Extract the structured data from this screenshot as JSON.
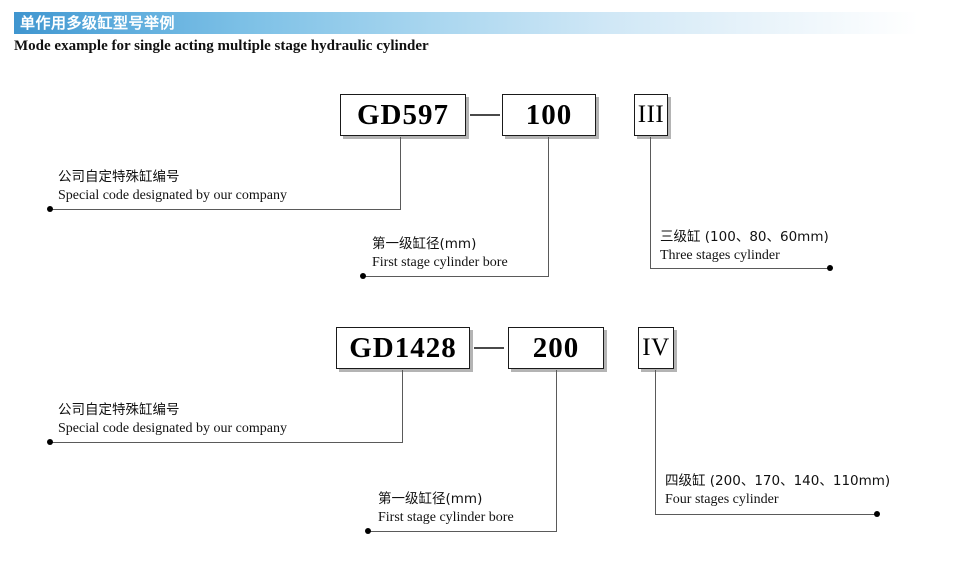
{
  "header": {
    "banner_title": "单作用多级缸型号举例",
    "subtitle": "Mode example for single acting multiple stage hydraulic cylinder",
    "banner_gradient_start": "#3f95cf",
    "banner_gradient_end": "#ffffff",
    "banner_text_color": "#ffffff"
  },
  "examples": [
    {
      "id": "example-1",
      "code_boxes": [
        {
          "name": "special-code",
          "value": "GD597"
        },
        {
          "name": "first-stage-bore",
          "value": "100"
        },
        {
          "name": "stage-count",
          "value": "III"
        }
      ],
      "callouts": [
        {
          "name": "callout-special-code",
          "cn": "公司自定特殊缸编号",
          "en": "Special code designated by our company"
        },
        {
          "name": "callout-first-stage-bore",
          "cn": "第一级缸径(mm)",
          "en": "First stage cylinder bore"
        },
        {
          "name": "callout-stage-count",
          "cn": "三级缸 (100、80、60mm)",
          "en": "Three stages cylinder"
        }
      ]
    },
    {
      "id": "example-2",
      "code_boxes": [
        {
          "name": "special-code",
          "value": "GD1428"
        },
        {
          "name": "first-stage-bore",
          "value": "200"
        },
        {
          "name": "stage-count",
          "value": "IV"
        }
      ],
      "callouts": [
        {
          "name": "callout-special-code",
          "cn": "公司自定特殊缸编号",
          "en": "Special code designated by our company"
        },
        {
          "name": "callout-first-stage-bore",
          "cn": "第一级缸径(mm)",
          "en": "First stage cylinder bore"
        },
        {
          "name": "callout-stage-count",
          "cn": "四级缸 (200、170、140、110mm)",
          "en": "Four stages cylinder"
        }
      ]
    }
  ]
}
